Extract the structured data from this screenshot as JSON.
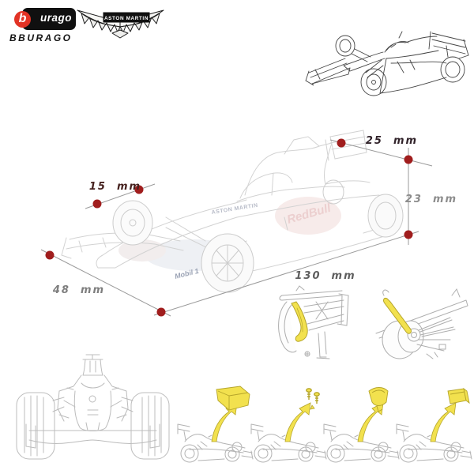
{
  "header": {
    "bburago": {
      "badge": "b",
      "name": "urago",
      "wordmark": "BBURAGO",
      "badge_color": "#e23325",
      "plate_color": "#101010"
    },
    "aston_martin": {
      "label": "ASTON MARTIN",
      "bar_color": "#101010"
    }
  },
  "dimensions": {
    "dot_color": "#a01d1d",
    "line_color": "#9a9a9a",
    "labels": [
      {
        "id": "height-front",
        "text": "15 mm",
        "color": "#45211e"
      },
      {
        "id": "width-rear-wing",
        "text": "25 mm",
        "color": "#31232a"
      },
      {
        "id": "height-rear",
        "text": "23 mm",
        "color": "#8d8d8d"
      },
      {
        "id": "length",
        "text": "130 mm",
        "color": "#5e5e5e"
      },
      {
        "id": "width-front",
        "text": "48 mm",
        "color": "#7e7e7e"
      }
    ]
  },
  "livery": {
    "halo_text": "ASTON MARTIN",
    "engine_text": "RedBull",
    "nose_text": "Mobil 1"
  },
  "highlight": {
    "part_yellow": "#f2e14e",
    "part_edge": "#b5a52b"
  },
  "figures": {
    "top_right": "f1-car-outline-sketch",
    "main": "f1-car-faded-three-quarter-view",
    "bottom_left": "f1-car-front-view-line-art",
    "detail_left": "rear-suspension-detail-highlighted",
    "detail_right": "wheel-hub-detail-highlighted",
    "strip": [
      "engine-cover-part",
      "screw-parts",
      "deflector-part",
      "panel-part"
    ]
  }
}
